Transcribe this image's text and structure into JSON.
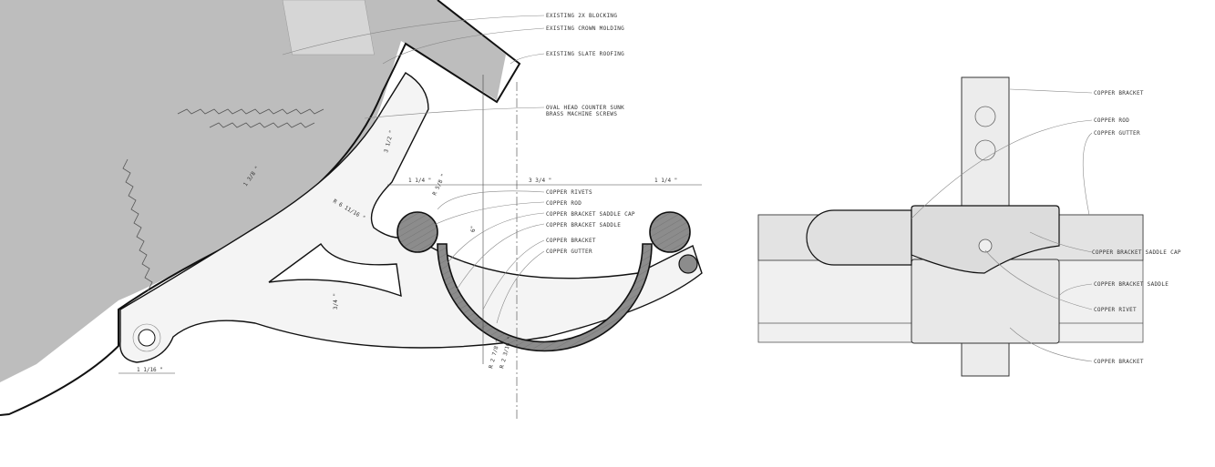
{
  "section_view": {
    "callouts": [
      "EXISTING 2X BLOCKING",
      "EXISTING CROWN MOLDING",
      "EXISTING SLATE ROOFING",
      "OVAL HEAD COUNTER SUNK",
      "BRASS MACHINE SCREWS",
      "COPPER RIVETS",
      "COPPER ROD",
      "COPPER BRACKET SADDLE CAP",
      "COPPER BRACKET SADDLE",
      "COPPER BRACKET",
      "COPPER GUTTER"
    ],
    "dimensions": [
      "1 1/4 \"",
      "3 3/4 \"",
      "1 1/4 \"",
      "R 5/8 \"",
      "3 1/2 \"",
      "1 3/8 \"",
      "R 6 11/16 \"",
      "3/4 \"",
      "1 1/16 \"",
      "R 2 7/8 \"",
      "R 2 3/16 \"",
      "6\""
    ]
  },
  "plan_view": {
    "callouts": [
      "COPPER BRACKET",
      "COPPER ROD",
      "COPPER GUTTER",
      "COPPER BRACKET SADDLE CAP",
      "COPPER BRACKET SADDLE",
      "COPPER RIVET",
      "COPPER BRACKET"
    ]
  },
  "colors": {
    "roof": "#bdbdbd",
    "bracket": "#f4f4f4",
    "metal": "#8c8c8c",
    "line": "#111111"
  }
}
